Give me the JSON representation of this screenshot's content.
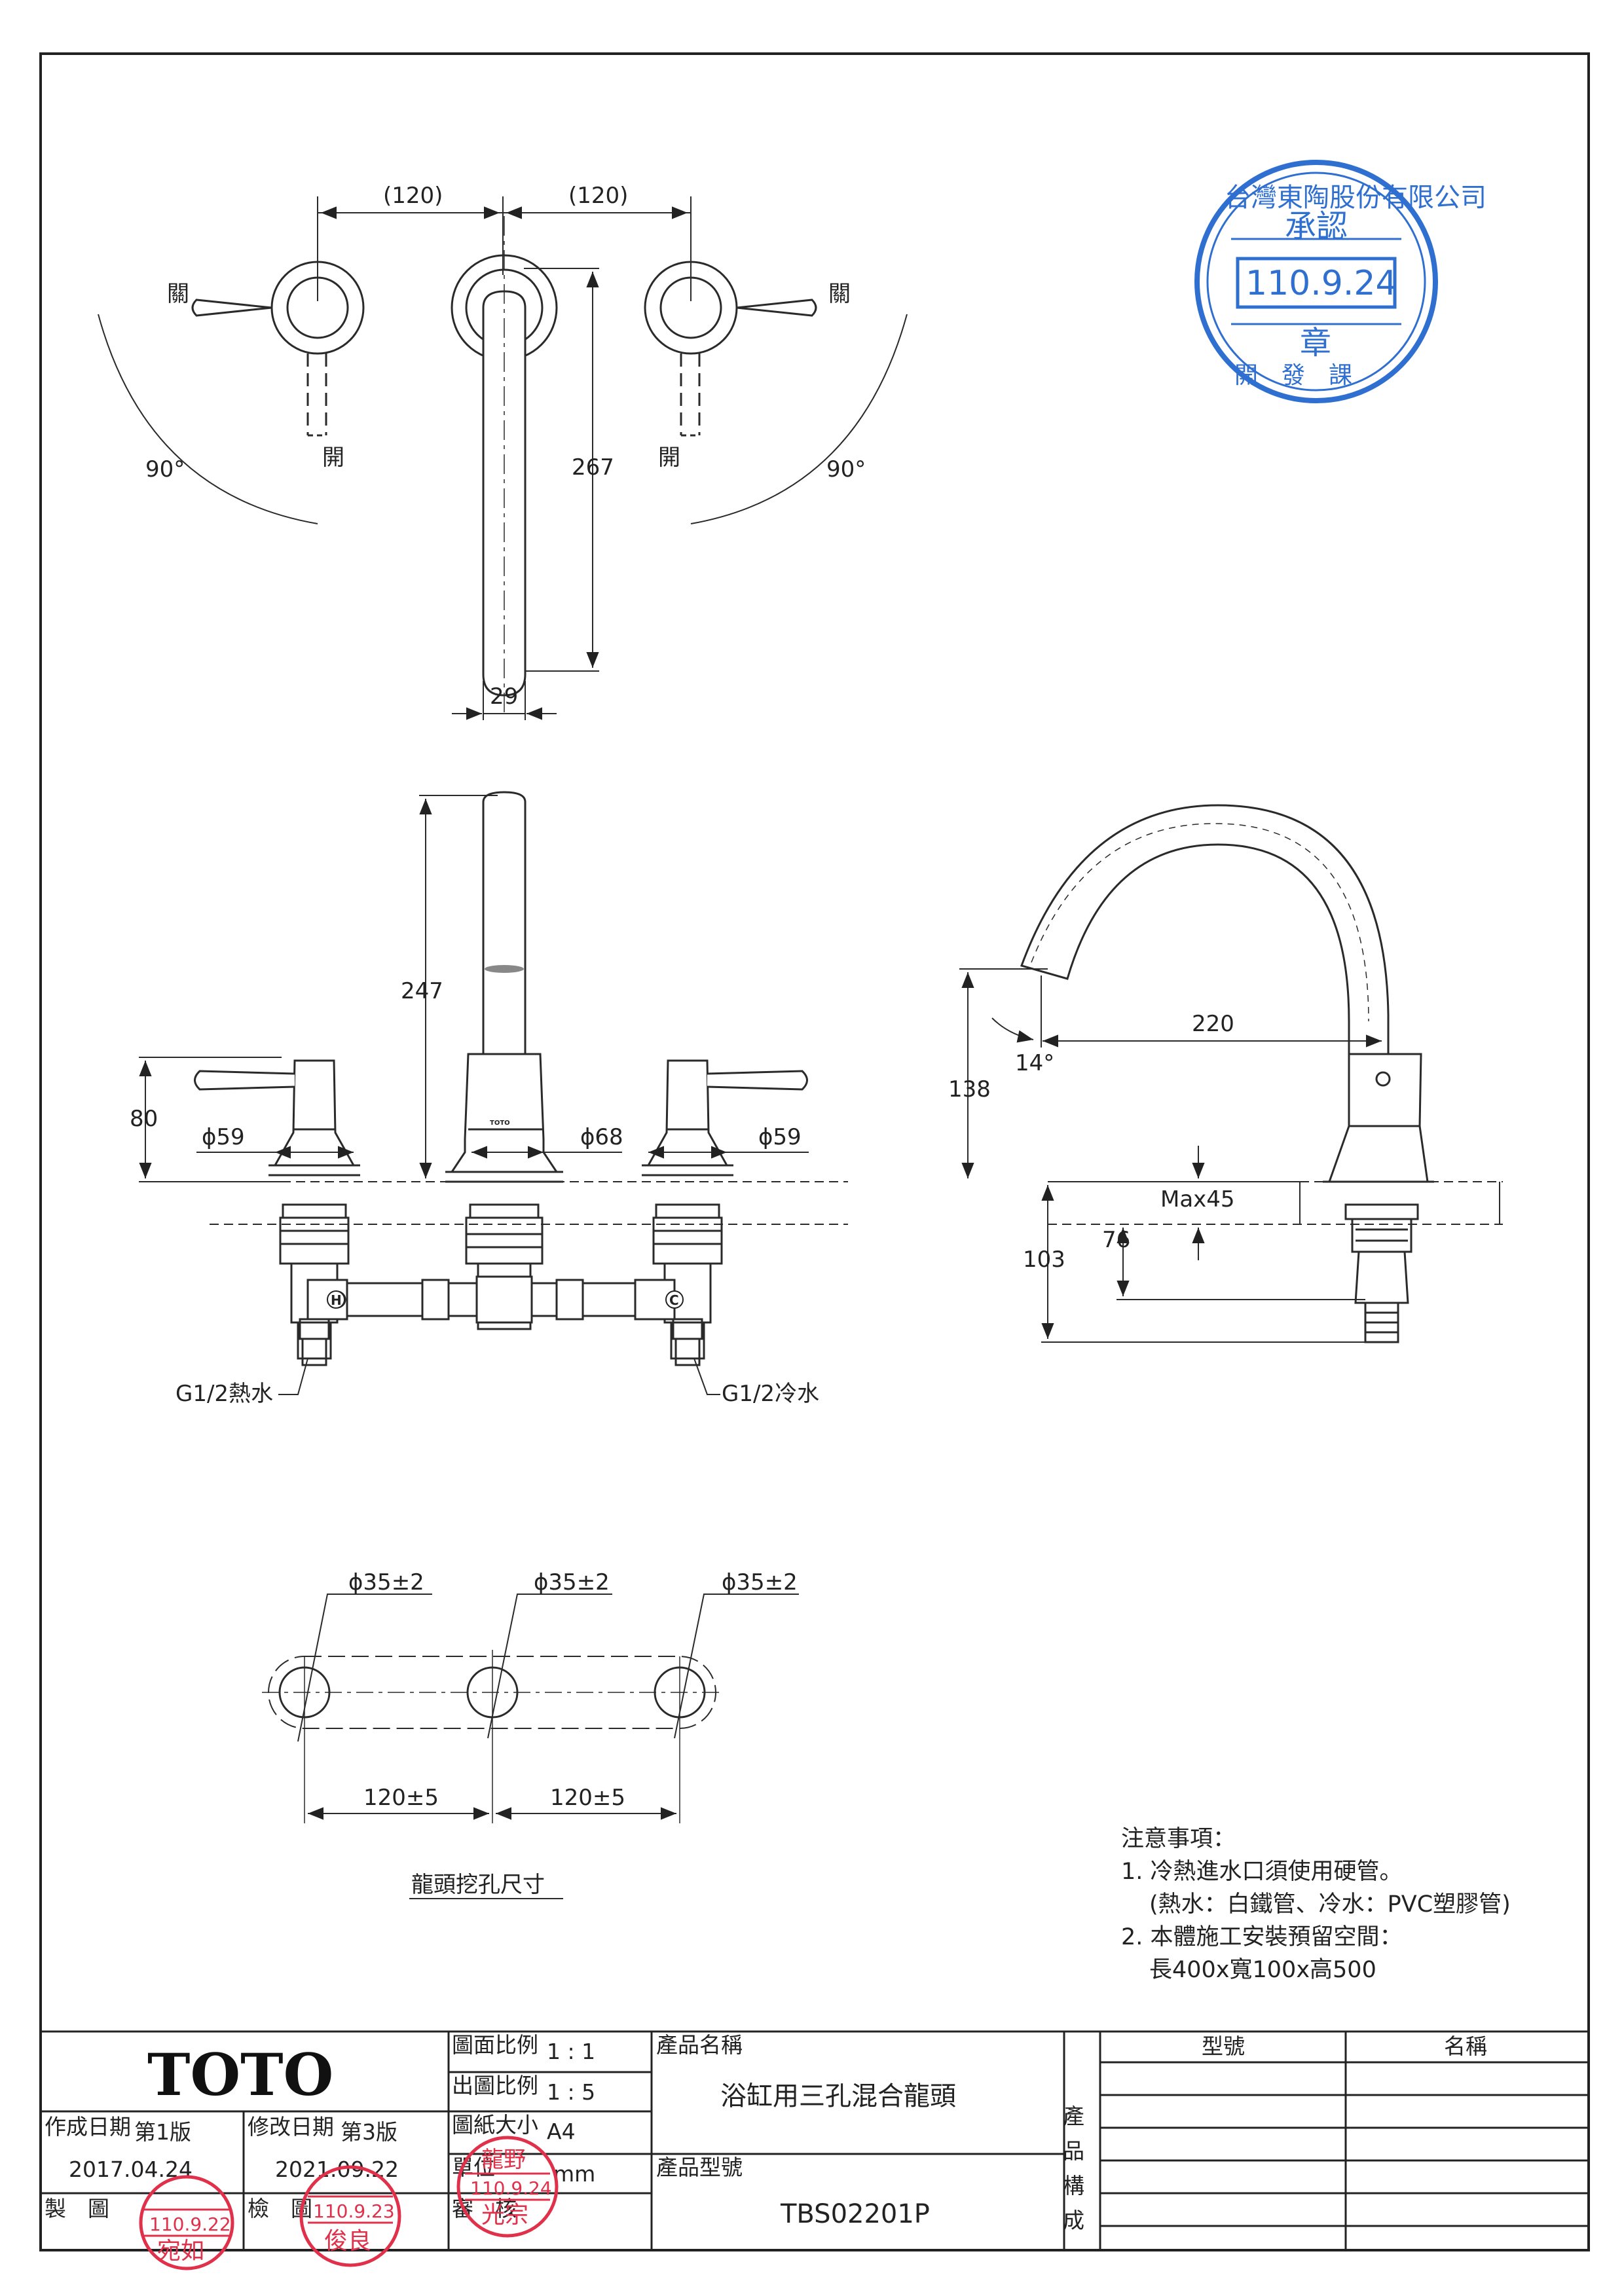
{
  "top_view": {
    "spacing_left": "(120)",
    "spacing_right": "(120)",
    "spout_length": "267",
    "spout_width": "29",
    "close_left": "關",
    "close_right": "關",
    "open_left": "開",
    "open_right": "開",
    "angle_left": "90°",
    "angle_right": "90°"
  },
  "front_view": {
    "spout_height": "247",
    "handle_height": "80",
    "dia_left": "ϕ59",
    "dia_center": "ϕ68",
    "dia_right": "ϕ59",
    "spout_brand": "TOTO",
    "hot_mark": "H",
    "cold_mark": "C",
    "hot_inlet": "G1/2熱水",
    "cold_inlet": "G1/2冷水"
  },
  "side_view": {
    "reach": "220",
    "outlet_height": "138",
    "outlet_angle": "14°",
    "max_deck": "Max45",
    "depth_76": "76",
    "depth_103": "103"
  },
  "hole_cutout": {
    "hole_1": "ϕ35±2",
    "hole_2": "ϕ35±2",
    "hole_3": "ϕ35±2",
    "spacing_1": "120±5",
    "spacing_2": "120±5",
    "caption": "龍頭挖孔尺寸"
  },
  "notes": {
    "title": "注意事項：",
    "line1": "1. 冷熱進水口須使用硬管。",
    "line2": "(熱水：白鐵管、冷水：PVC塑膠管)",
    "line3": "2. 本體施工安裝預留空間：",
    "line4": "長400x寬100x高500"
  },
  "approval_stamp": {
    "company": "台灣東陶股份有限公司",
    "approve": "承認",
    "date": "110.9.24",
    "seal": "章",
    "dept": "開　發　課"
  },
  "title_block": {
    "brand": "TOTO",
    "scale_label": "圖面比例",
    "scale_value": "1 : 1",
    "out_scale_label": "出圖比例",
    "out_scale_value": "1 : 5",
    "paper_label": "圖紙大小",
    "paper_value": "A4",
    "unit_label": "單位",
    "unit_value": "mm",
    "created_label": "作成日期",
    "created_edition": "第1版",
    "created_date": "2017.04.24",
    "revised_label": "修改日期",
    "revised_edition": "第3版",
    "revised_date": "2021.09.22",
    "drawn_label": "製　圖",
    "checked_label": "檢　圖",
    "reviewed_label": "審　核",
    "product_name_label": "產品名稱",
    "product_name": "浴缸用三孔混合龍頭",
    "product_no_label": "產品型號",
    "product_no": "TBS02201P",
    "composition_label": "產品構成",
    "col_model": "型號",
    "col_name": "名稱"
  },
  "seals": {
    "drawn_date": "110.9.22",
    "drawn_name": "宛如",
    "checked_date": "110.9.23",
    "checked_name": "俊良",
    "reviewed_date": "110.9.24",
    "reviewed_name": "光宗",
    "reviewed_surname": "龍野"
  },
  "colors": {
    "line": "#2a2a2a",
    "stamp_blue": "#2f6fd0",
    "seal_red": "#e0304a"
  }
}
